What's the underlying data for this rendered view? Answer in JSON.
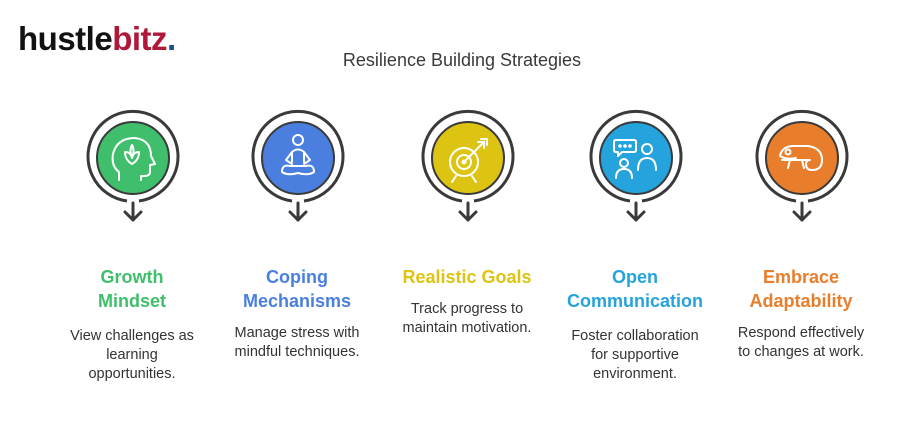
{
  "brand": {
    "part1": "hustle",
    "part2": "bitz",
    "dot": "."
  },
  "title": "Resilience Building Strategies",
  "colors": {
    "growth": "#3fbf6b",
    "coping": "#4a7fe0",
    "goals": "#ddc412",
    "communication": "#25a3dc",
    "adaptability": "#e87e2c"
  },
  "items": [
    {
      "heading1": "Growth",
      "heading2": "Mindset",
      "desc1": "View challenges as",
      "desc2": "learning",
      "desc3": "opportunities.",
      "icon": "head-lotus-icon"
    },
    {
      "heading1": "Coping",
      "heading2": "Mechanisms",
      "desc1": "Manage stress with",
      "desc2": "mindful techniques.",
      "icon": "meditation-icon"
    },
    {
      "heading1": "Realistic Goals",
      "desc1": "Track progress to",
      "desc2": "maintain motivation.",
      "icon": "target-icon"
    },
    {
      "heading1": "Open",
      "heading2": "Communication",
      "desc1": "Foster collaboration",
      "desc2": "for supportive",
      "desc3": "environment.",
      "icon": "chat-people-icon"
    },
    {
      "heading1": "Embrace",
      "heading2": "Adaptability",
      "desc1": "Respond effectively",
      "desc2": "to changes at work.",
      "icon": "chameleon-icon"
    }
  ]
}
